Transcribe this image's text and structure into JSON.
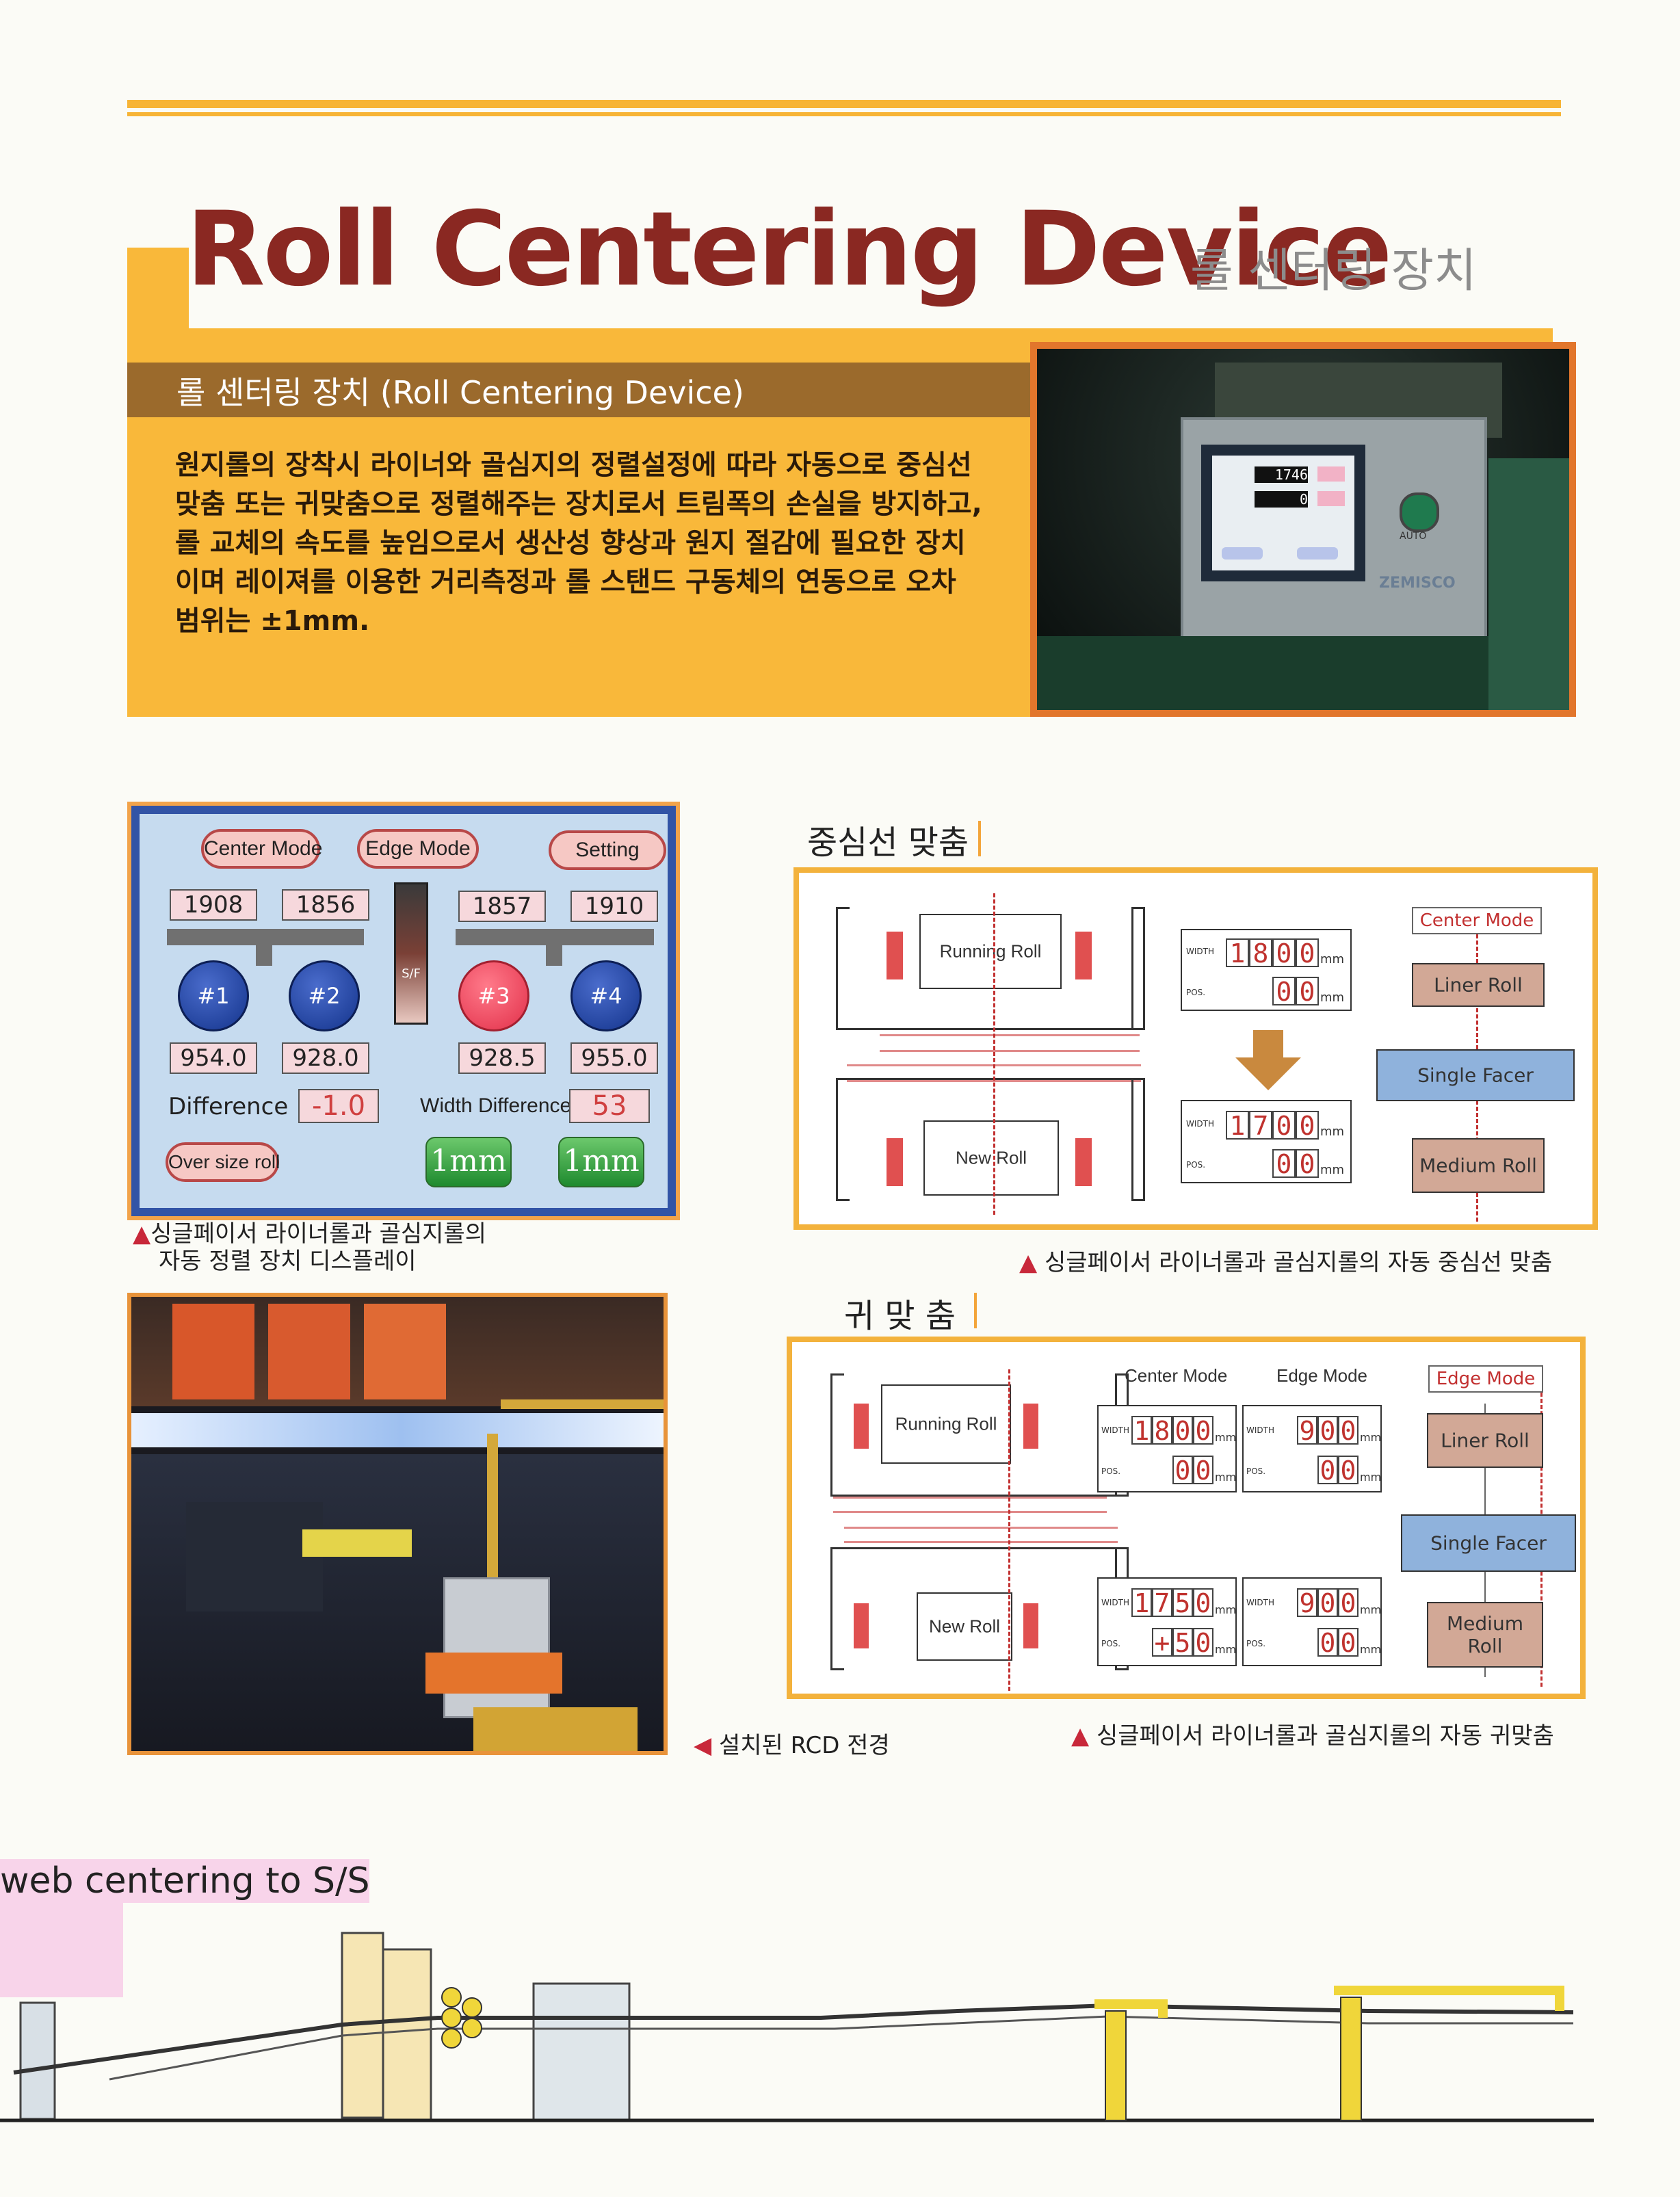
{
  "header": {
    "title": "Roll Centering Device",
    "subtitle": "롤 센터링 장치"
  },
  "intro": {
    "heading": "롤 센터링 장치 (Roll Centering Device)",
    "lines": [
      "원지롤의 장착시 라이너와 골심지의 정렬설정에 따라 자동으로 중심선",
      "맞춤 또는 귀맞춤으로 정렬해주는 장치로서 트림폭의 손실을 방지하고,",
      "롤 교체의 속도를 높임으로서 생산성 향상과 원지 절감에 필요한 장치",
      "이며 레이져를 이용한 거리측정과 롤 스탠드 구동체의 연동으로 오차",
      "범위는 ±1mm."
    ],
    "photo": {
      "panel_value_width": "1746",
      "panel_value_pos": "0",
      "brand": "ZEMISCO",
      "auto_label": "AUTO"
    }
  },
  "hmi": {
    "center_mode": "Center Mode",
    "edge_mode": "Edge Mode",
    "setting": "Setting",
    "top_values": [
      "1908",
      "1856",
      "1857",
      "1910"
    ],
    "sensor_label": "S/F",
    "rolls": [
      "#1",
      "#2",
      "#3",
      "#4"
    ],
    "bottom_values": [
      "954.0",
      "928.0",
      "928.5",
      "955.0"
    ],
    "difference_label": "Difference",
    "difference_value": "-1.0",
    "width_diff_label": "Width Difference",
    "width_diff_value": "53",
    "oversize": "Over size roll",
    "step1": "1mm",
    "step2": "1mm",
    "caption_line1": "싱글페이서 라이너롤과 골심지롤의",
    "caption_line2": "자동 정렬 장치 디스플레이"
  },
  "center_section": {
    "title": "중심선 맞춤",
    "running_roll": "Running Roll",
    "new_roll": "New Roll",
    "width_label": "WIDTH",
    "pos_label": "POS.",
    "unit": "mm",
    "top_width_digits": [
      "1",
      "8",
      "0",
      "0"
    ],
    "top_pos_digits": [
      "0",
      "0"
    ],
    "bottom_width_digits": [
      "1",
      "7",
      "0",
      "0"
    ],
    "bottom_pos_digits": [
      "0",
      "0"
    ],
    "mode": "Center Mode",
    "liner_roll": "Liner Roll",
    "single_facer": "Single Facer",
    "medium_roll": "Medium Roll",
    "caption": "싱글페이서 라이너롤과 골심지롤의 자동 중심선 맞춤"
  },
  "edge_section": {
    "title": "귀 맞 춤",
    "running_roll": "Running Roll",
    "new_roll": "New Roll",
    "center_mode_label": "Center Mode",
    "edge_mode_label": "Edge Mode",
    "width_label": "WIDTH",
    "pos_label": "POS.",
    "unit": "mm",
    "c_top_width": [
      "1",
      "8",
      "0",
      "0"
    ],
    "c_top_pos": [
      "0",
      "0"
    ],
    "e_top_width": [
      "9",
      "0",
      "0"
    ],
    "e_top_pos": [
      "0",
      "0"
    ],
    "c_bot_width": [
      "1",
      "7",
      "5",
      "0"
    ],
    "c_bot_pos": [
      "+",
      "5",
      "0"
    ],
    "e_bot_width": [
      "9",
      "0",
      "0"
    ],
    "e_bot_pos": [
      "0",
      "0"
    ],
    "mode": "Edge Mode",
    "liner_roll": "Liner Roll",
    "single_facer": "Single Facer",
    "medium_roll": "Medium Roll",
    "caption": "싱글페이서 라이너롤과 골심지롤의 자동 귀맞춤"
  },
  "install_caption": "설치된 RCD 전경",
  "bottom_label": "web centering to S/S",
  "colors": {
    "title": "#8a2822",
    "accent": "#f9b83a",
    "header_bar": "#9b6a2c",
    "hmi_frame": "#3254a6"
  }
}
